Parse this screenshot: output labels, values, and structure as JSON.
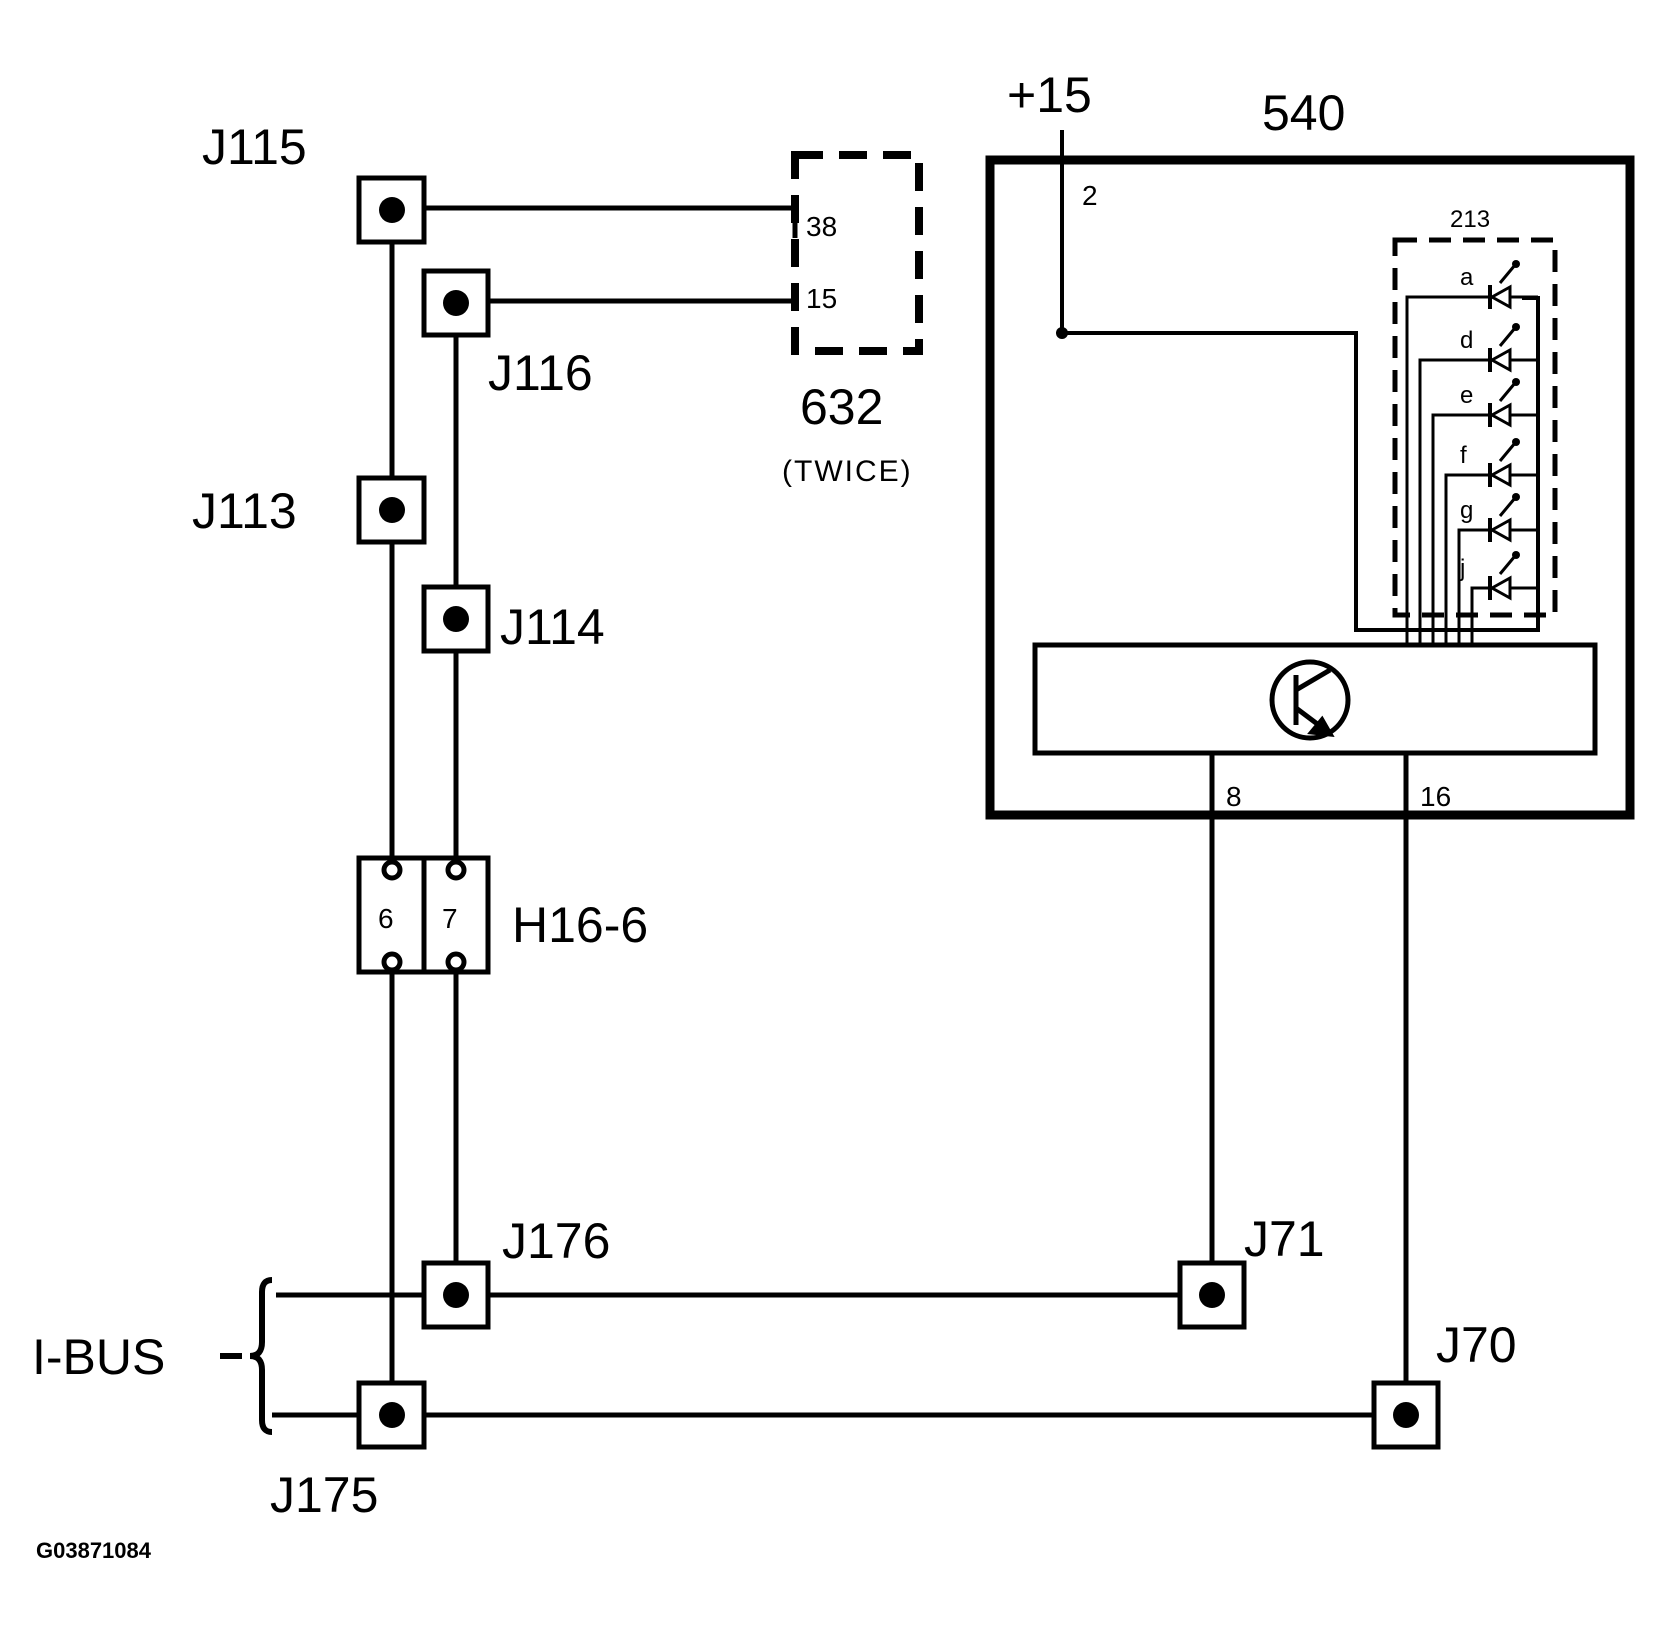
{
  "connectors": {
    "j115": "J115",
    "j116": "J116",
    "j113": "J113",
    "j114": "J114",
    "j176": "J176",
    "j175": "J175",
    "j71": "J71",
    "j70": "J70"
  },
  "plug": {
    "name": "H16-6",
    "pin_left": "6",
    "pin_right": "7"
  },
  "component_632": {
    "number": "632",
    "note": "(TWICE)",
    "pin_top": "38",
    "pin_bottom": "15"
  },
  "component_540": {
    "number": "540",
    "supply": "+15",
    "pin_supply": "2",
    "pin_left": "8",
    "pin_right": "16"
  },
  "led_group": {
    "number": "213",
    "leds": [
      "a",
      "d",
      "e",
      "f",
      "g",
      "j"
    ]
  },
  "bus": {
    "label": "I-BUS"
  },
  "figure_code": "G03871084",
  "colors": {
    "line": "#000000",
    "background": "#ffffff"
  }
}
